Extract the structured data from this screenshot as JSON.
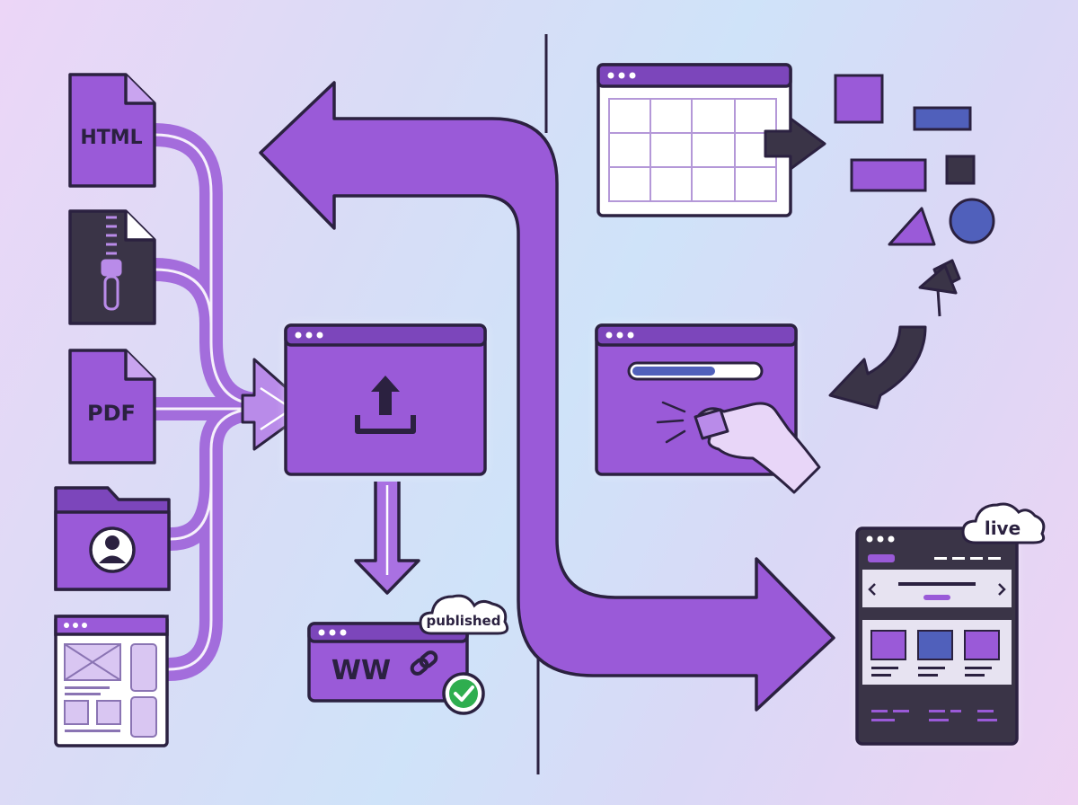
{
  "colors": {
    "purple": "#9a5ad8",
    "purple_light": "#b98be9",
    "outline": "#2b2140",
    "dark": "#3a3447",
    "blue": "#5060bb",
    "glow": "#ffffff",
    "check_green": "#2fae4f"
  },
  "inputs": {
    "html_label": "HTML",
    "pdf_label": "PDF"
  },
  "publish": {
    "url_text": "WW",
    "cloud_label": "published"
  },
  "site": {
    "cloud_label": "live"
  },
  "icons": {
    "upload": "upload-icon",
    "zip": "zipper-icon",
    "user": "user-icon",
    "link": "link-icon",
    "check": "check-icon",
    "hand": "hand-icon"
  }
}
